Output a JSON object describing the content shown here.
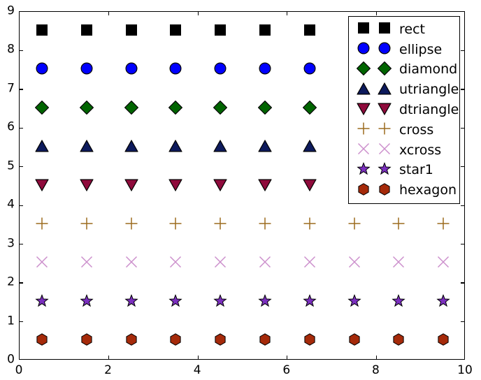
{
  "chart_data": {
    "type": "scatter",
    "title": "",
    "xlabel": "",
    "ylabel": "",
    "xlim": [
      0,
      10
    ],
    "ylim": [
      0,
      9
    ],
    "grid": false,
    "legend_position": "upper right",
    "xticks": [
      0,
      2,
      4,
      6,
      8,
      10
    ],
    "xticklabels": [
      "0",
      "2",
      "4",
      "6",
      "8",
      "10"
    ],
    "yticks": [
      0,
      1,
      2,
      3,
      4,
      5,
      6,
      7,
      8,
      9
    ],
    "yticklabels": [
      "0",
      "1",
      "2",
      "3",
      "4",
      "5",
      "6",
      "7",
      "8",
      "9"
    ],
    "series": [
      {
        "name": "rect",
        "marker": "square",
        "color": "#000000",
        "edge_color": "#000000",
        "size": 16,
        "x": [
          0.5,
          1.5,
          2.5,
          3.5,
          4.5,
          5.5,
          6.5
        ],
        "y": [
          8.5,
          8.5,
          8.5,
          8.5,
          8.5,
          8.5,
          8.5
        ]
      },
      {
        "name": "ellipse",
        "marker": "circle",
        "color": "#0000ff",
        "edge_color": "#000000",
        "size": 17,
        "x": [
          0.5,
          1.5,
          2.5,
          3.5,
          4.5,
          5.5,
          6.5
        ],
        "y": [
          7.5,
          7.5,
          7.5,
          7.5,
          7.5,
          7.5,
          7.5
        ]
      },
      {
        "name": "diamond",
        "marker": "diamond",
        "color": "#006400",
        "edge_color": "#000000",
        "size": 20,
        "x": [
          0.5,
          1.5,
          2.5,
          3.5,
          4.5,
          5.5,
          6.5
        ],
        "y": [
          6.5,
          6.5,
          6.5,
          6.5,
          6.5,
          6.5,
          6.5
        ]
      },
      {
        "name": "utriangle",
        "marker": "triangle-up",
        "color": "#0d1a5c",
        "edge_color": "#000000",
        "size": 19,
        "x": [
          0.5,
          1.5,
          2.5,
          3.5,
          4.5,
          5.5,
          6.5
        ],
        "y": [
          5.5,
          5.5,
          5.5,
          5.5,
          5.5,
          5.5,
          5.5
        ]
      },
      {
        "name": "dtriangle",
        "marker": "triangle-down",
        "color": "#8f0b3c",
        "edge_color": "#000000",
        "size": 19,
        "x": [
          0.5,
          1.5,
          2.5,
          3.5,
          4.5,
          5.5,
          6.5
        ],
        "y": [
          4.5,
          4.5,
          4.5,
          4.5,
          4.5,
          4.5,
          4.5
        ]
      },
      {
        "name": "cross",
        "marker": "plus",
        "color": "#9c6b1e",
        "edge_color": "#9c6b1e",
        "size": 19,
        "x": [
          0.5,
          1.5,
          2.5,
          3.5,
          4.5,
          5.5,
          6.5,
          7.5,
          8.5,
          9.5
        ],
        "y": [
          3.5,
          3.5,
          3.5,
          3.5,
          3.5,
          3.5,
          3.5,
          3.5,
          3.5,
          3.5
        ]
      },
      {
        "name": "xcross",
        "marker": "x",
        "color": "#cc8fcc",
        "edge_color": "#cc8fcc",
        "size": 19,
        "x": [
          0.5,
          1.5,
          2.5,
          3.5,
          4.5,
          5.5,
          6.5,
          7.5,
          8.5,
          9.5
        ],
        "y": [
          2.5,
          2.5,
          2.5,
          2.5,
          2.5,
          2.5,
          2.5,
          2.5,
          2.5,
          2.5
        ]
      },
      {
        "name": "star1",
        "marker": "star",
        "color": "#7b2fbe",
        "edge_color": "#000000",
        "size": 19,
        "x": [
          0.5,
          1.5,
          2.5,
          3.5,
          4.5,
          5.5,
          6.5,
          7.5,
          8.5,
          9.5
        ],
        "y": [
          1.5,
          1.5,
          1.5,
          1.5,
          1.5,
          1.5,
          1.5,
          1.5,
          1.5,
          1.5
        ]
      },
      {
        "name": "hexagon",
        "marker": "hexagon",
        "color": "#a52a0a",
        "edge_color": "#000000",
        "size": 18,
        "x": [
          0.5,
          1.5,
          2.5,
          3.5,
          4.5,
          5.5,
          6.5,
          7.5,
          8.5,
          9.5
        ],
        "y": [
          0.5,
          0.5,
          0.5,
          0.5,
          0.5,
          0.5,
          0.5,
          0.5,
          0.5,
          0.5
        ]
      }
    ]
  },
  "legend": {
    "entries": [
      {
        "label": "rect"
      },
      {
        "label": "ellipse"
      },
      {
        "label": "diamond"
      },
      {
        "label": "utriangle"
      },
      {
        "label": "dtriangle"
      },
      {
        "label": "cross"
      },
      {
        "label": "xcross"
      },
      {
        "label": "star1"
      },
      {
        "label": "hexagon"
      }
    ]
  }
}
